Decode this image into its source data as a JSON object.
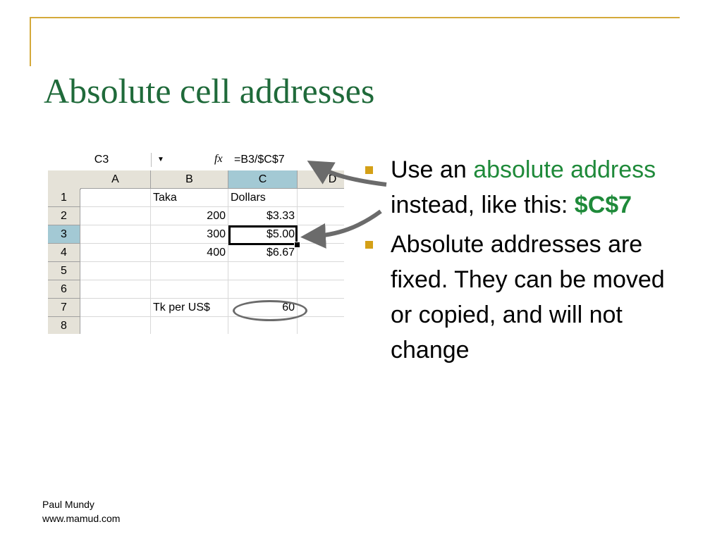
{
  "slide": {
    "title": "Absolute cell addresses",
    "footer": {
      "author": "Paul Mundy",
      "url": "www.mamud.com"
    },
    "colors": {
      "title": "#1f6a3a",
      "accent": "#d4a93a",
      "highlight_green": "#1f8a3a",
      "bullet": "#d4a017"
    }
  },
  "spreadsheet": {
    "name_box": "C3",
    "dropdown_icon": "dropdown-arrow-icon",
    "fx_label": "fx",
    "formula": "=B3/$C$7",
    "columns": [
      "A",
      "B",
      "C",
      "D"
    ],
    "rows": [
      "1",
      "2",
      "3",
      "4",
      "5",
      "6",
      "7",
      "8"
    ],
    "cells": {
      "B1": "Taka",
      "C1": "Dollars",
      "B2": "200",
      "C2": "$3.33",
      "B3": "300",
      "C3": "$5.00",
      "B4": "400",
      "C4": "$6.67",
      "B7": "Tk per US$",
      "C7": "60"
    },
    "active_cell": "C3"
  },
  "bullets": [
    {
      "prefix": "Use an ",
      "highlight": "absolute address",
      "middle": " instead, like this: ",
      "code": "$C$7"
    },
    {
      "text": "Absolute addresses are fixed. They can be moved or copied, and will not change"
    }
  ]
}
